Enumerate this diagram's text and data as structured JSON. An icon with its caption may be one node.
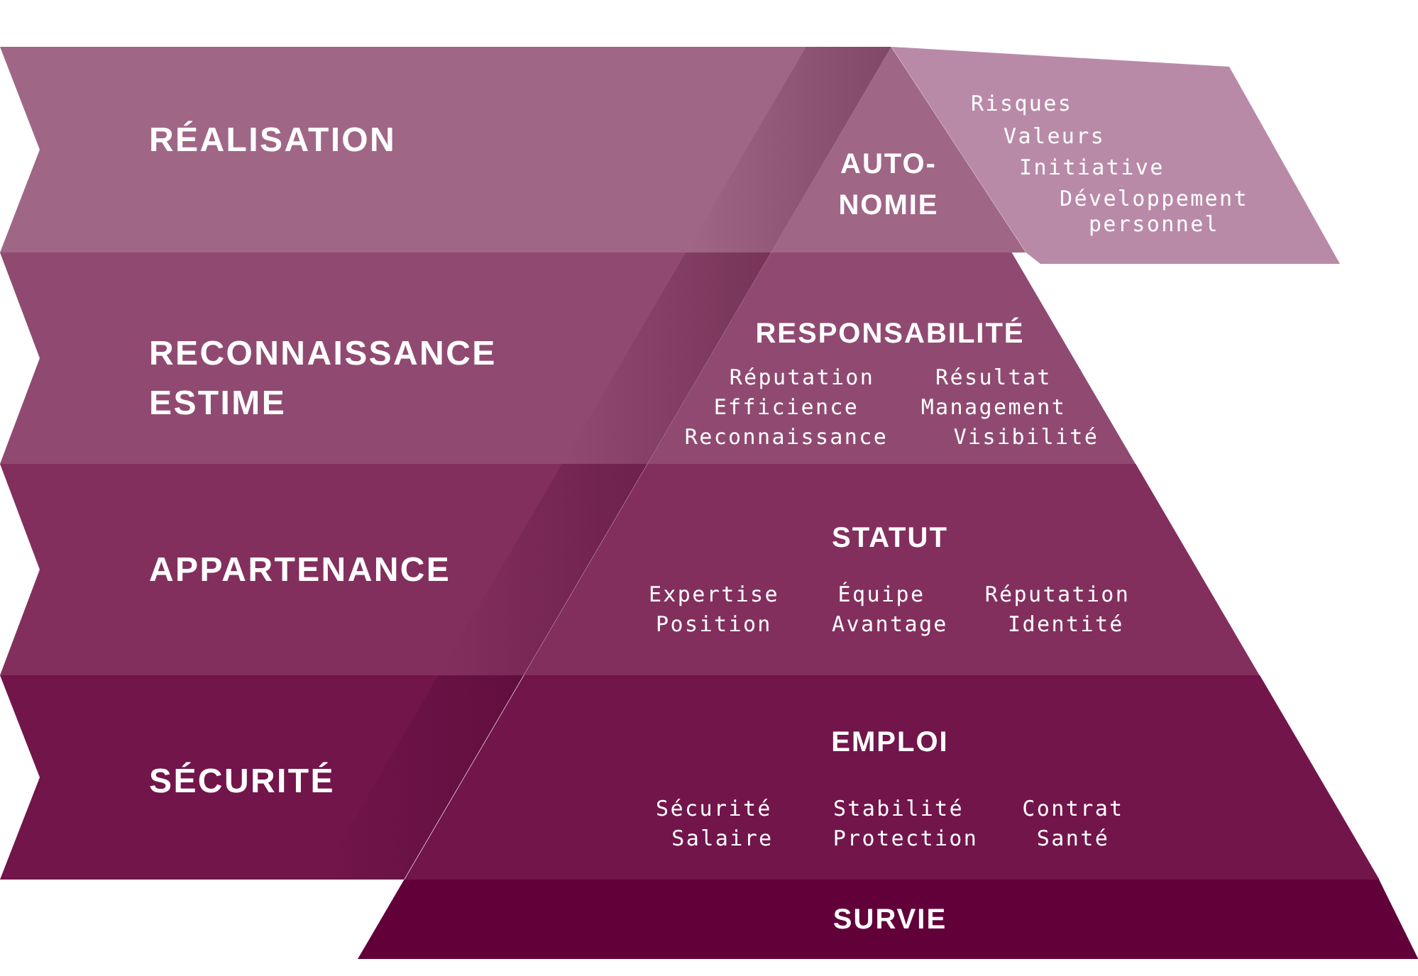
{
  "diagram": {
    "nodes": [
      {
        "text": [
          "RÉALISATION"
        ]
      },
      {
        "text": [
          "RECONNAISSANCE ESTIME"
        ]
      },
      {
        "text": [
          "APPARTENANCE"
        ]
      },
      {
        "text": [
          "SÉCURITÉ"
        ]
      },
      {
        "text": [
          "AUTO-NOMIE"
        ]
      },
      {
        "text": [
          "Risques",
          "Valeurs",
          "Initiative",
          "Développement personnel"
        ]
      },
      {
        "text": [
          "RESPONSABILITÉ",
          "Réputation",
          "Résultat",
          "Efficience",
          "Management",
          "Reconnaissance",
          "Visibilité"
        ]
      },
      {
        "text": [
          "STATUT",
          "Expertise",
          "Équipe",
          "Réputation",
          "Position",
          "Avantage",
          "Identité"
        ]
      },
      {
        "text": [
          "EMPLOI",
          "Sécurité",
          "Stabilité",
          "Contrat",
          "Salaire",
          "Protection",
          "Santé"
        ]
      },
      {
        "text": [
          "SURVIE"
        ]
      }
    ]
  }
}
